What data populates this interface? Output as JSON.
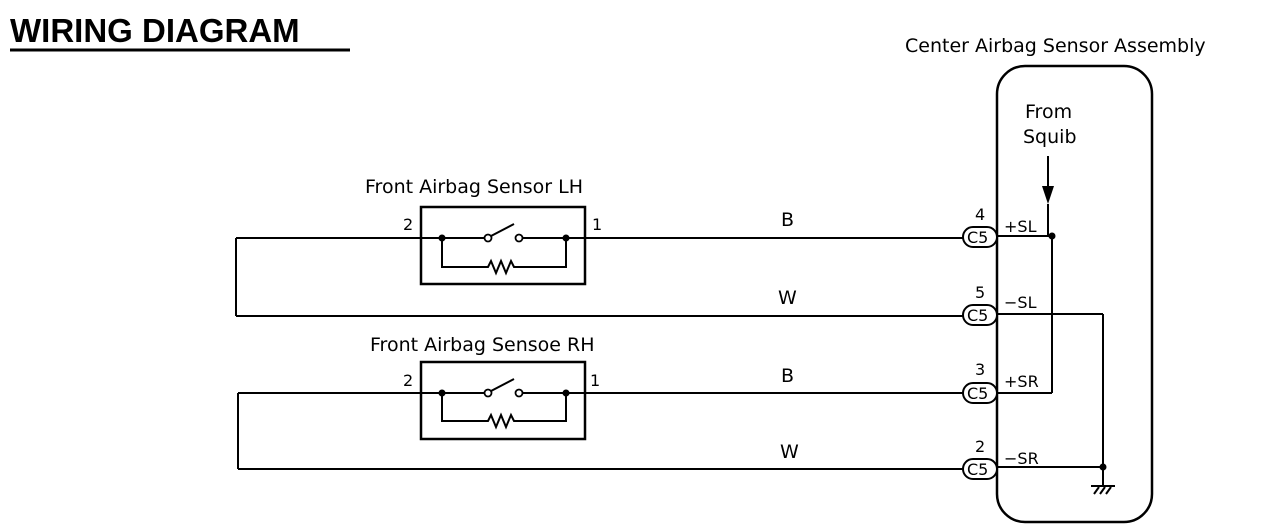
{
  "title": "WIRING DIAGRAM",
  "assembly": {
    "name": "Center Airbag Sensor Assembly",
    "from_label_1": "From",
    "from_label_2": "Squib"
  },
  "sensors": {
    "lh": {
      "name": "Front Airbag Sensor LH",
      "pin_left": "2",
      "pin_right": "1"
    },
    "rh": {
      "name": "Front Airbag Sensoe RH",
      "pin_left": "2",
      "pin_right": "1"
    }
  },
  "wire_colors": [
    "B",
    "W",
    "B",
    "W"
  ],
  "connectors": [
    {
      "id": "C5",
      "pin": "4",
      "terminal": "+SL"
    },
    {
      "id": "C5",
      "pin": "5",
      "terminal": "−SL"
    },
    {
      "id": "C5",
      "pin": "3",
      "terminal": "+SR"
    },
    {
      "id": "C5",
      "pin": "2",
      "terminal": "−SR"
    }
  ]
}
